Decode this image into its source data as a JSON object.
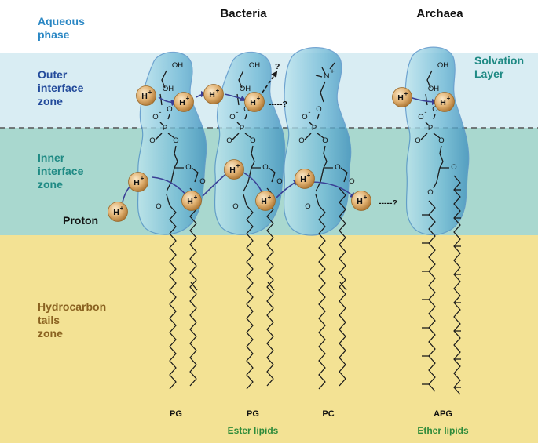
{
  "headers": {
    "bacteria": "Bacteria",
    "archaea": "Archaea"
  },
  "zones": {
    "aqueous": [
      "Aqueous",
      "phase"
    ],
    "outer": [
      "Outer",
      "interface",
      "zone"
    ],
    "inner": [
      "Inner",
      "interface",
      "zone"
    ],
    "hydrocarbon": [
      "Hydrocarbon",
      "tails",
      "zone"
    ]
  },
  "solvation_layer": [
    "Solvation",
    "Layer"
  ],
  "proton_label": "Proton",
  "proton_symbol": "H",
  "proton_charge": "+",
  "unknown_mark": "?",
  "dashed_link": "-----?",
  "lipids": {
    "pg1": "PG",
    "pg2": "PG",
    "pc": "PC",
    "apg": "APG"
  },
  "lipid_classes": {
    "ester": "Ester lipids",
    "ether": "Ether lipids"
  },
  "atoms": {
    "oh": "OH",
    "o_minus": "O",
    "minus": "-",
    "p": "P",
    "o": "O",
    "n_plus": "N",
    "plus": "+"
  },
  "colors": {
    "aqueous": "#ffffff",
    "outer": "#d9edf3",
    "inner": "#a9d8cf",
    "hydrocarbon": "#f3e294",
    "solvation_fill": "#9fd3e3",
    "solvation_stroke": "#4f8ec6",
    "label_blue": "#2a87c4",
    "label_navy": "#234b9b",
    "label_teal": "#1f8a84",
    "label_brown": "#8a6220",
    "label_green": "#2e8b3a",
    "proton_fill": "#d9a766",
    "arrow": "#3a3f95",
    "carbonyl": "#d6147a"
  }
}
